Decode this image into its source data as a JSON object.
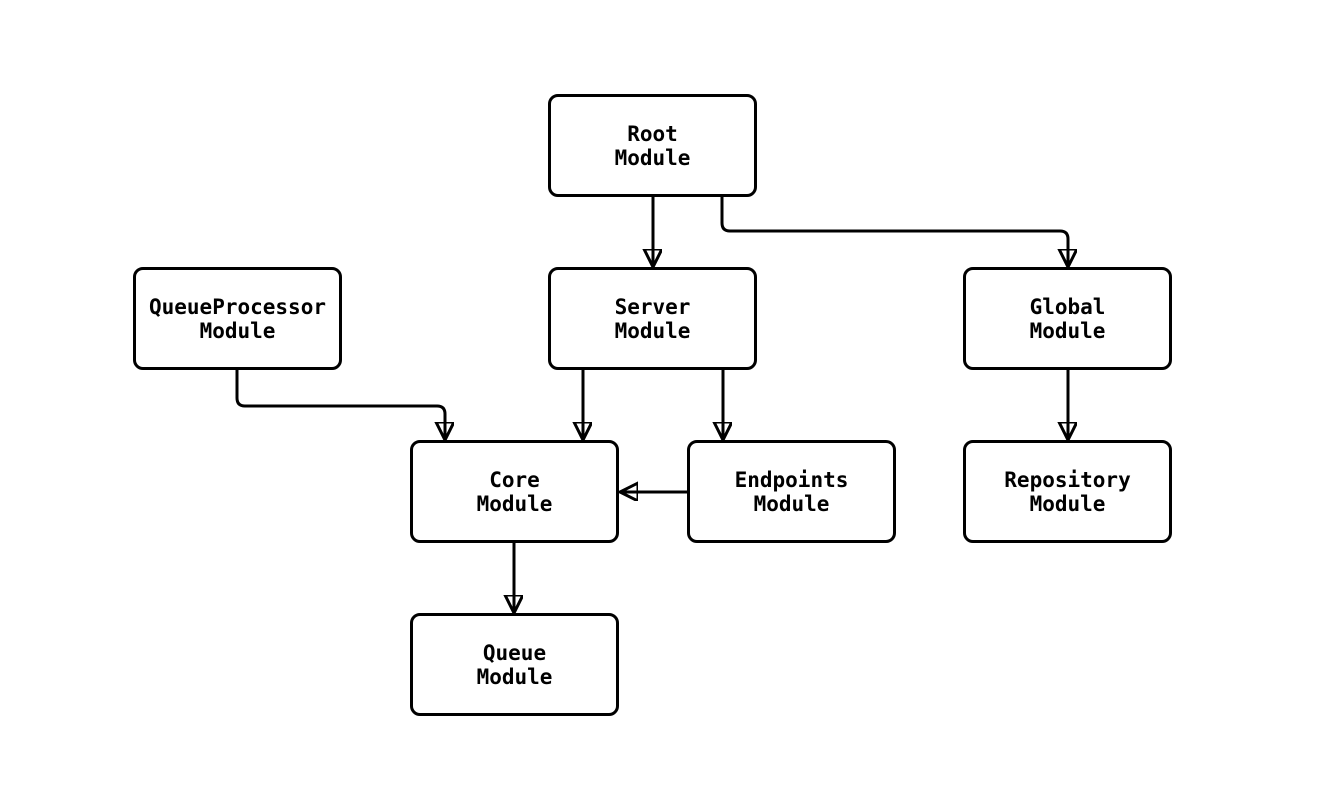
{
  "diagram": {
    "type": "module-dependency-flowchart",
    "colors": {
      "background": "#ffffff",
      "node_fill": "#ffffff",
      "node_border": "#000000",
      "edge_stroke": "#000000",
      "text": "#000000"
    },
    "nodes": [
      {
        "id": "root",
        "label": "Root\nModule"
      },
      {
        "id": "queueprocessor",
        "label": "QueueProcessor\nModule"
      },
      {
        "id": "server",
        "label": "Server\nModule"
      },
      {
        "id": "global",
        "label": "Global\nModule"
      },
      {
        "id": "core",
        "label": "Core\nModule"
      },
      {
        "id": "endpoints",
        "label": "Endpoints\nModule"
      },
      {
        "id": "repository",
        "label": "Repository\nModule"
      },
      {
        "id": "queue",
        "label": "Queue\nModule"
      }
    ],
    "edges": [
      {
        "from": "root",
        "to": "server"
      },
      {
        "from": "root",
        "to": "global"
      },
      {
        "from": "queueprocessor",
        "to": "core"
      },
      {
        "from": "server",
        "to": "core"
      },
      {
        "from": "server",
        "to": "endpoints"
      },
      {
        "from": "endpoints",
        "to": "core"
      },
      {
        "from": "global",
        "to": "repository"
      },
      {
        "from": "core",
        "to": "queue"
      }
    ]
  }
}
